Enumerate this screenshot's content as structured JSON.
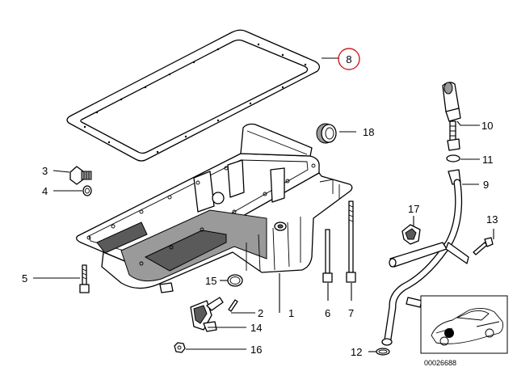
{
  "diagram": {
    "callouts": [
      {
        "id": "c1",
        "label": "1"
      },
      {
        "id": "c2",
        "label": "2"
      },
      {
        "id": "c4",
        "label": "4"
      },
      {
        "id": "c3",
        "label": "3"
      },
      {
        "id": "c5",
        "label": "5"
      },
      {
        "id": "c6",
        "label": "6"
      },
      {
        "id": "c7",
        "label": "7"
      },
      {
        "id": "c8",
        "label": "8"
      },
      {
        "id": "c9",
        "label": "9"
      },
      {
        "id": "c10",
        "label": "10"
      },
      {
        "id": "c11",
        "label": "11"
      },
      {
        "id": "c12",
        "label": "12"
      },
      {
        "id": "c13",
        "label": "13"
      },
      {
        "id": "c14",
        "label": "14"
      },
      {
        "id": "c15",
        "label": "15"
      },
      {
        "id": "c16",
        "label": "16"
      },
      {
        "id": "c17",
        "label": "17"
      },
      {
        "id": "c18",
        "label": "18"
      }
    ],
    "highlighted_callout": "8",
    "highlight_color": "#cc2020",
    "reference_number": "00026688"
  }
}
